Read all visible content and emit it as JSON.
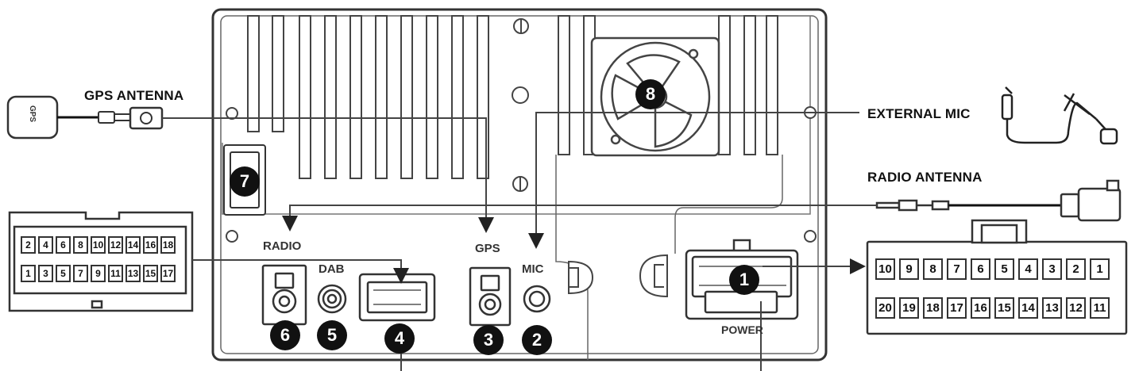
{
  "labels": {
    "gps_antenna": "GPS ANTENNA",
    "external_mic": "EXTERNAL MIC",
    "radio_antenna": "RADIO ANTENNA",
    "radio": "RADIO",
    "dab": "DAB",
    "gps": "GPS",
    "mic": "MIC",
    "power": "POWER",
    "gps_puck_text": "GPS"
  },
  "badges": [
    "1",
    "2",
    "3",
    "4",
    "5",
    "6",
    "7",
    "8"
  ],
  "left_connector": {
    "top_row": [
      "2",
      "4",
      "6",
      "8",
      "10",
      "12",
      "14",
      "16",
      "18"
    ],
    "bottom_row": [
      "1",
      "3",
      "5",
      "7",
      "9",
      "11",
      "13",
      "15",
      "17"
    ]
  },
  "right_connector": {
    "top_row": [
      "10",
      "9",
      "8",
      "7",
      "6",
      "5",
      "4",
      "3",
      "2",
      "1"
    ],
    "bottom_row": [
      "20",
      "19",
      "18",
      "17",
      "16",
      "15",
      "14",
      "13",
      "12",
      "11"
    ]
  }
}
